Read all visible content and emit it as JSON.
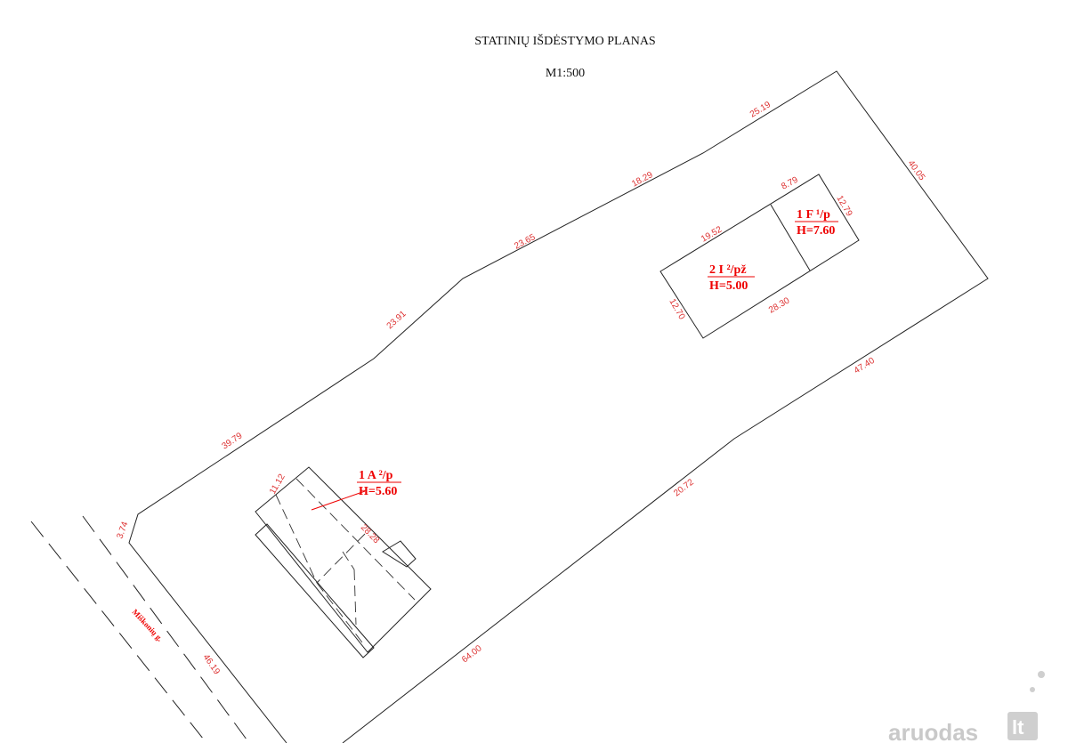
{
  "title": "STATINIŲ IŠDĖSTYMO PLANAS",
  "scale": "M1:500",
  "street_label": "Miškonių g.",
  "boundary_dims": {
    "d3_74": "3.74",
    "d39_79": "39.79",
    "d23_91": "23.91",
    "d23_65": "23.65",
    "d18_29": "18.29",
    "d25_19": "25.19",
    "d40_05": "40.05",
    "d47_40": "47.40",
    "d20_72": "20.72",
    "d64_00": "64.00",
    "d46_19": "46.19"
  },
  "building_2i": {
    "line1": "2 I ²/pž",
    "line2": "H=5.00",
    "dim_top": "19.52",
    "dim_bottom": "28.30",
    "dim_left": "12.70"
  },
  "building_1f": {
    "line1": "1 F ¹/p",
    "line2": "H=7.60",
    "dim_top": "8.79",
    "dim_right": "12.79"
  },
  "building_1a": {
    "line1": "1 A ²/p",
    "line2": "H=5.60",
    "dim_short": "11.12",
    "dim_long": "28.28"
  },
  "watermark": {
    "text": "aruodas",
    "suffix": "lt"
  }
}
